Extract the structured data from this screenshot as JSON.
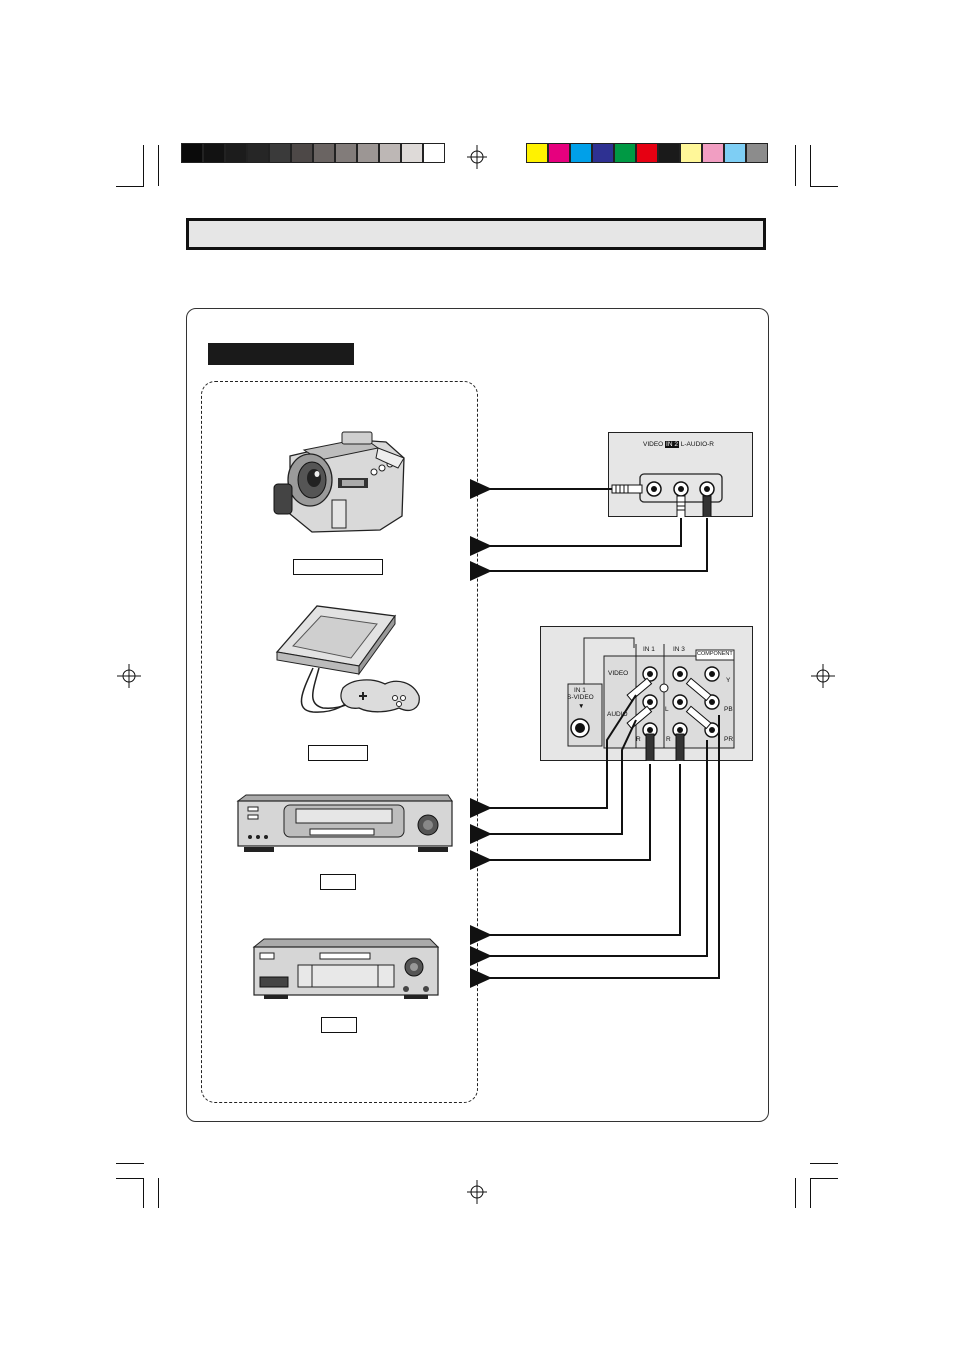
{
  "colors": {
    "grayscale": [
      "#0a0a0a",
      "#121212",
      "#1c1c1c",
      "#262626",
      "#3a3a3a",
      "#4d4847",
      "#6a6462",
      "#827c7a",
      "#9c9694",
      "#bdb7b5",
      "#dedad8",
      "#ffffff"
    ],
    "process": [
      "#fff200",
      "#e6007e",
      "#00a0e9",
      "#2e3192",
      "#009944",
      "#e60012",
      "#1a1a1a",
      "#fff799",
      "#f19ec2",
      "#7ecef4",
      "#8c8c8c"
    ]
  },
  "rear_panel_top": {
    "label_video": "VIDEO",
    "label_in": "IN 2",
    "label_audio": "L-AUDIO-R"
  },
  "rear_panel_bottom": {
    "in1": "IN 1",
    "in3": "IN 3",
    "component": "COMPONENT",
    "video": "VIDEO",
    "audio": "AUDIO",
    "svideo_line1": "IN 1",
    "svideo_line2": "S-VIDEO",
    "svideo_arrow": "▼",
    "l": "L",
    "r": "R",
    "y": "Y",
    "pb": "PB",
    "pr": "PR"
  }
}
